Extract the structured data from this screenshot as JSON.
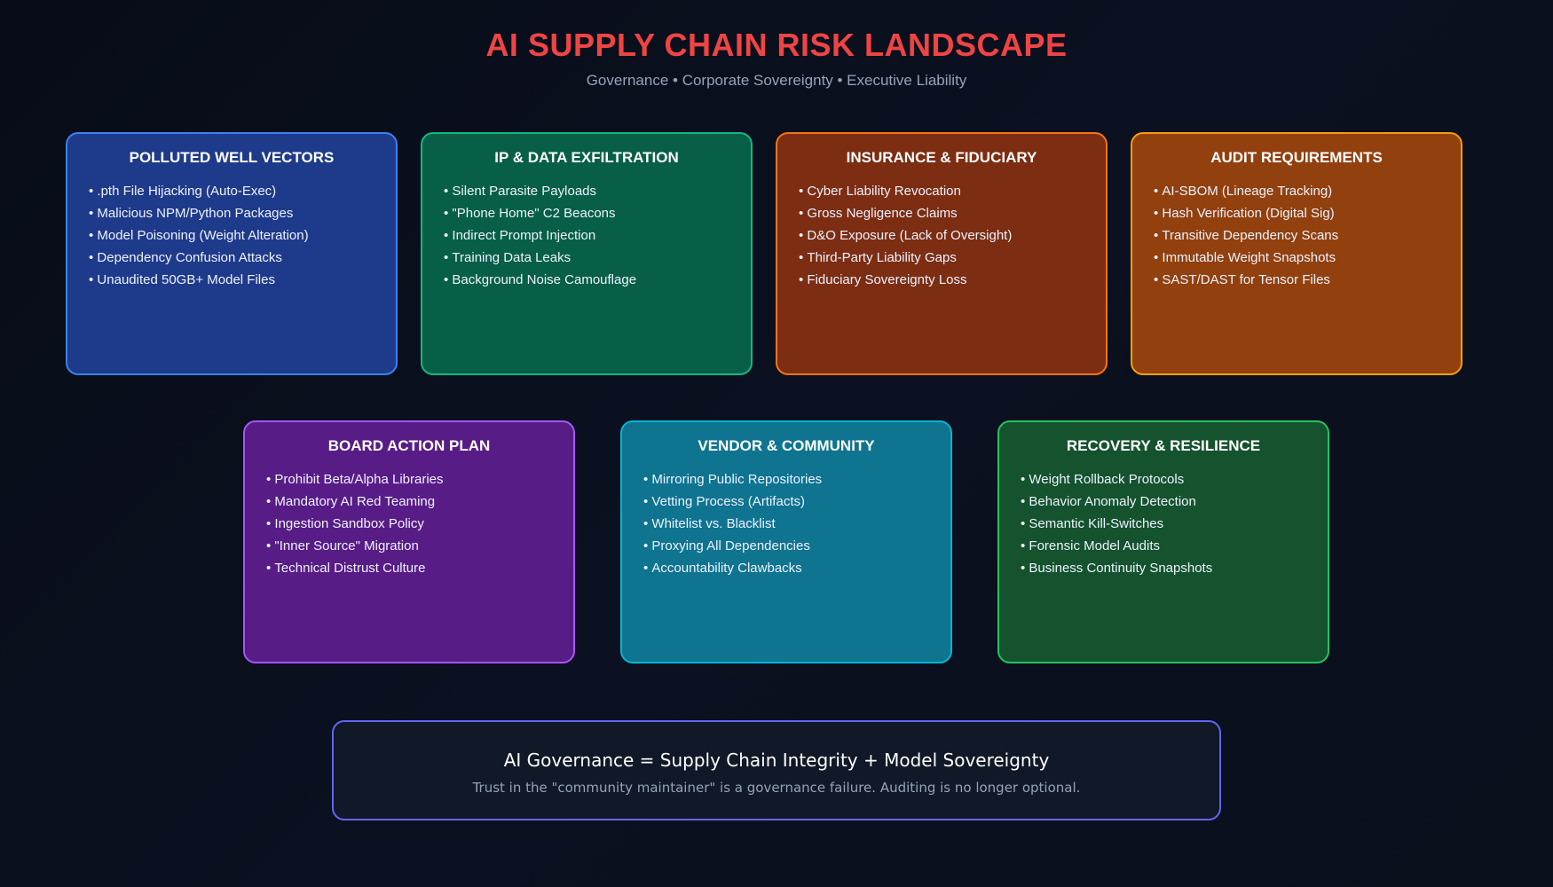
{
  "header": {
    "title": "AI SUPPLY CHAIN RISK LANDSCAPE",
    "subtitle": "Governance • Corporate Sovereignty • Executive Liability"
  },
  "cards": [
    {
      "title": "POLLUTED WELL VECTORS",
      "items": [
        ".pth File Hijacking (Auto-Exec)",
        "Malicious NPM/Python Packages",
        "Model Poisoning (Weight Alteration)",
        "Dependency Confusion Attacks",
        "Unaudited 50GB+ Model Files"
      ]
    },
    {
      "title": "IP & DATA EXFILTRATION",
      "items": [
        "Silent Parasite Payloads",
        "\"Phone Home\" C2 Beacons",
        "Indirect Prompt Injection",
        "Training Data Leaks",
        "Background Noise Camouflage"
      ]
    },
    {
      "title": "INSURANCE & FIDUCIARY",
      "items": [
        "Cyber Liability Revocation",
        "Gross Negligence Claims",
        "D&O Exposure (Lack of Oversight)",
        "Third-Party Liability Gaps",
        "Fiduciary Sovereignty Loss"
      ]
    },
    {
      "title": "AUDIT REQUIREMENTS",
      "items": [
        "AI-SBOM (Lineage Tracking)",
        "Hash Verification (Digital Sig)",
        "Transitive Dependency Scans",
        "Immutable Weight Snapshots",
        "SAST/DAST for Tensor Files"
      ]
    },
    {
      "title": "BOARD ACTION PLAN",
      "items": [
        "Prohibit Beta/Alpha Libraries",
        "Mandatory AI Red Teaming",
        "Ingestion Sandbox Policy",
        "\"Inner Source\" Migration",
        "Technical Distrust Culture"
      ]
    },
    {
      "title": "VENDOR & COMMUNITY",
      "items": [
        "Mirroring Public Repositories",
        "Vetting Process (Artifacts)",
        "Whitelist vs. Blacklist",
        "Proxying All Dependencies",
        "Accountability Clawbacks"
      ]
    },
    {
      "title": "RECOVERY & RESILIENCE",
      "items": [
        "Weight Rollback Protocols",
        "Behavior Anomaly Detection",
        "Semantic Kill-Switches",
        "Forensic Model Audits",
        "Business Continuity Snapshots"
      ]
    }
  ],
  "footer": {
    "main": "AI Governance = Supply Chain Integrity + Model Sovereignty",
    "sub": "Trust in the \"community maintainer\" is a governance failure. Auditing is no longer optional."
  }
}
